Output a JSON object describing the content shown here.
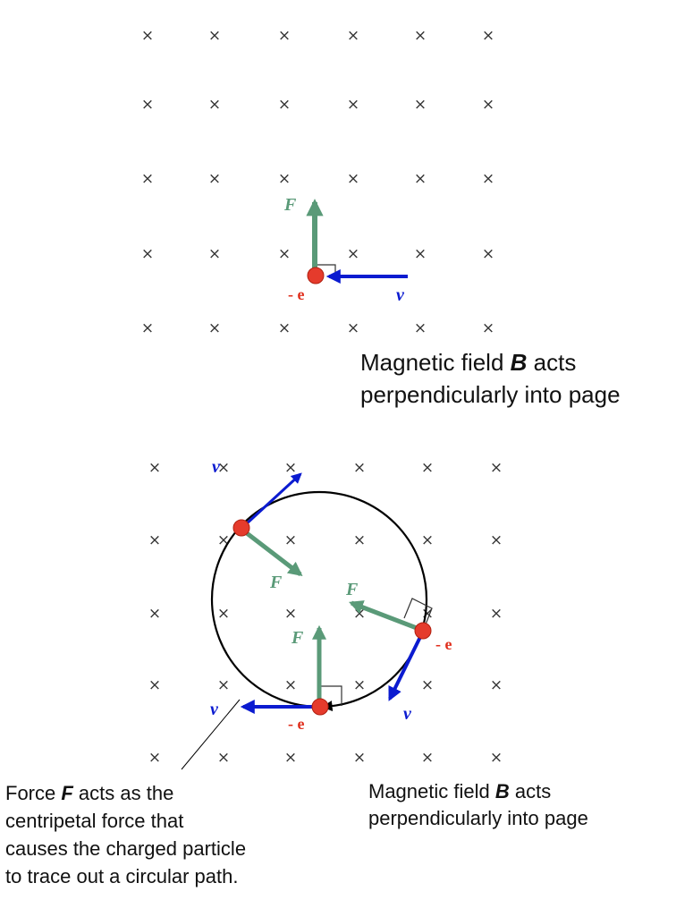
{
  "colors": {
    "force": "#5a9a78",
    "velocity": "#0b1bd0",
    "charge_fill": "#e53b2c",
    "charge_label": "#e0301e",
    "path": "#000000"
  },
  "field_symbol": "×",
  "labels": {
    "force": "F",
    "velocity": "v",
    "charge": "- e"
  },
  "top_panel": {
    "caption_line1_pre": "Magnetic field ",
    "caption_symbol": "B",
    "caption_line1_post": " acts",
    "caption_line2": "perpendicularly into page"
  },
  "bottom_panel": {
    "caption_right_line1_pre": "Magnetic field ",
    "caption_right_symbol": "B",
    "caption_right_line1_post": " acts",
    "caption_right_line2": "perpendicularly into page",
    "caption_left_line1_pre": "Force ",
    "caption_left_symbol": "F",
    "caption_left_line1_post": " acts as the",
    "caption_left_line2": "centripetal force that",
    "caption_left_line3": "causes the charged particle",
    "caption_left_line4": "to trace out a circular path."
  }
}
